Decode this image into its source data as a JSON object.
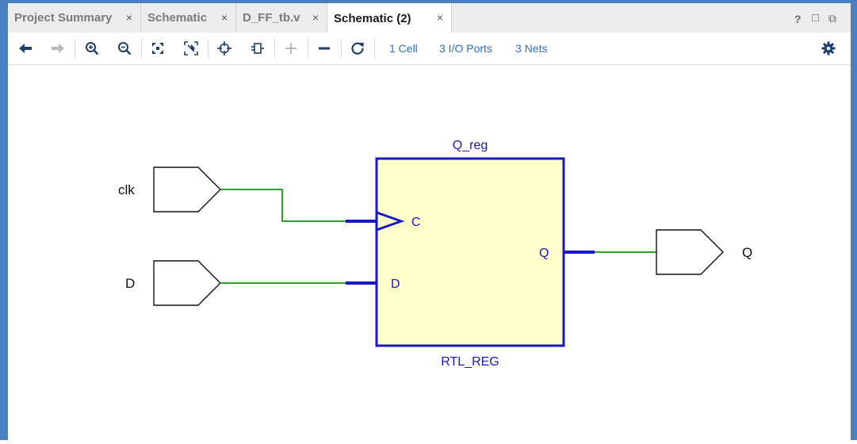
{
  "tabs": [
    {
      "label": "Project Summary",
      "active": false
    },
    {
      "label": "Schematic",
      "active": false
    },
    {
      "label": "D_FF_tb.v",
      "active": false
    },
    {
      "label": "Schematic (2)",
      "active": true
    }
  ],
  "close_glyph": "×",
  "window_controls": {
    "help": "?",
    "maximize": "□",
    "float": "⧉"
  },
  "toolbar": {
    "icons": [
      "back-arrow-icon",
      "forward-arrow-icon",
      "zoom-in-icon",
      "zoom-out-icon",
      "zoom-fit-icon",
      "fit-selection-icon",
      "select-crosshair-icon",
      "cell-icon",
      "expand-plus-icon",
      "collapse-minus-icon",
      "refresh-icon"
    ],
    "cells_link": "1 Cell",
    "ports_link": "3 I/O Ports",
    "nets_link": "3 Nets",
    "settings_icon": "gear-icon"
  },
  "schematic": {
    "inputs": [
      {
        "label": "clk"
      },
      {
        "label": "D"
      }
    ],
    "outputs": [
      {
        "label": "Q"
      }
    ],
    "cell": {
      "instance_name": "Q_reg",
      "type_name": "RTL_REG",
      "pins": {
        "clock": "C",
        "data": "D",
        "output": "Q"
      },
      "fill": "#ffffcc",
      "border": "#1717c8"
    },
    "net_color": "#2ea02e",
    "label_color": "#1717c8"
  }
}
